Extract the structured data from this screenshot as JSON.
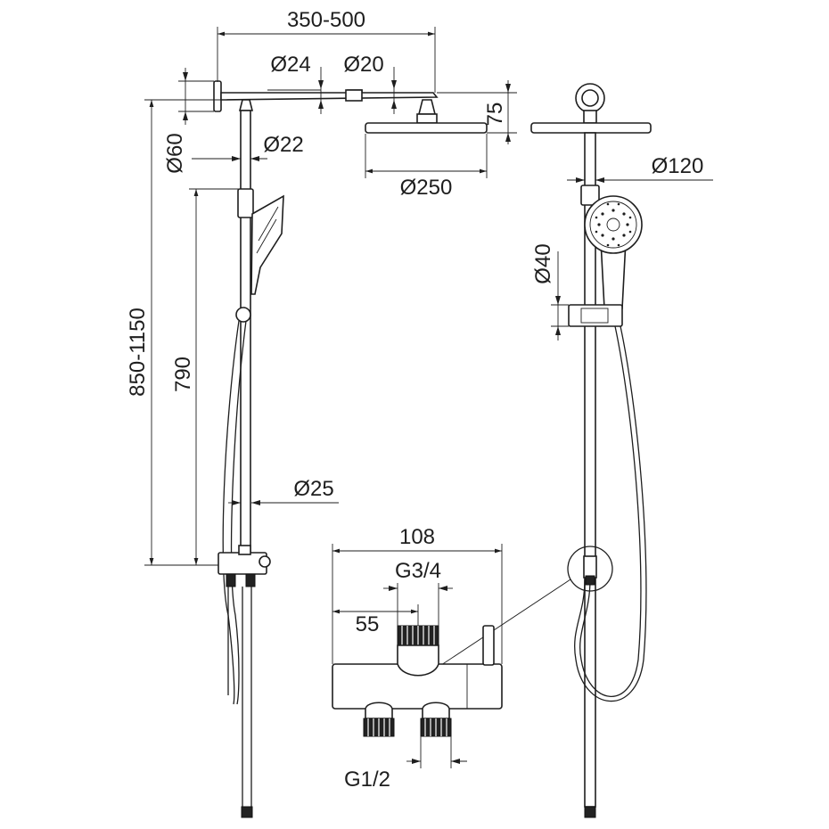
{
  "title": "",
  "dimensions": {
    "arm_reach": "350-500",
    "arm_dia_wall": "Ø24",
    "arm_dia_tip": "Ø20",
    "head_height": "75",
    "wall_flange": "Ø60",
    "riser_dia_top": "Ø22",
    "head_dia": "Ø250",
    "total_height": "850-1150",
    "rail_length": "790",
    "riser_dia_bottom": "Ø25",
    "handshower_dia": "Ø120",
    "holder_dia": "Ø40",
    "valve_width": "108",
    "outlet_thread": "G3/4",
    "outlet_offset": "55",
    "inlet_thread": "G1/2"
  },
  "colors": {
    "line": "#1e1e1e",
    "fill": "#ffffff",
    "shade": "#d9d9d9"
  }
}
